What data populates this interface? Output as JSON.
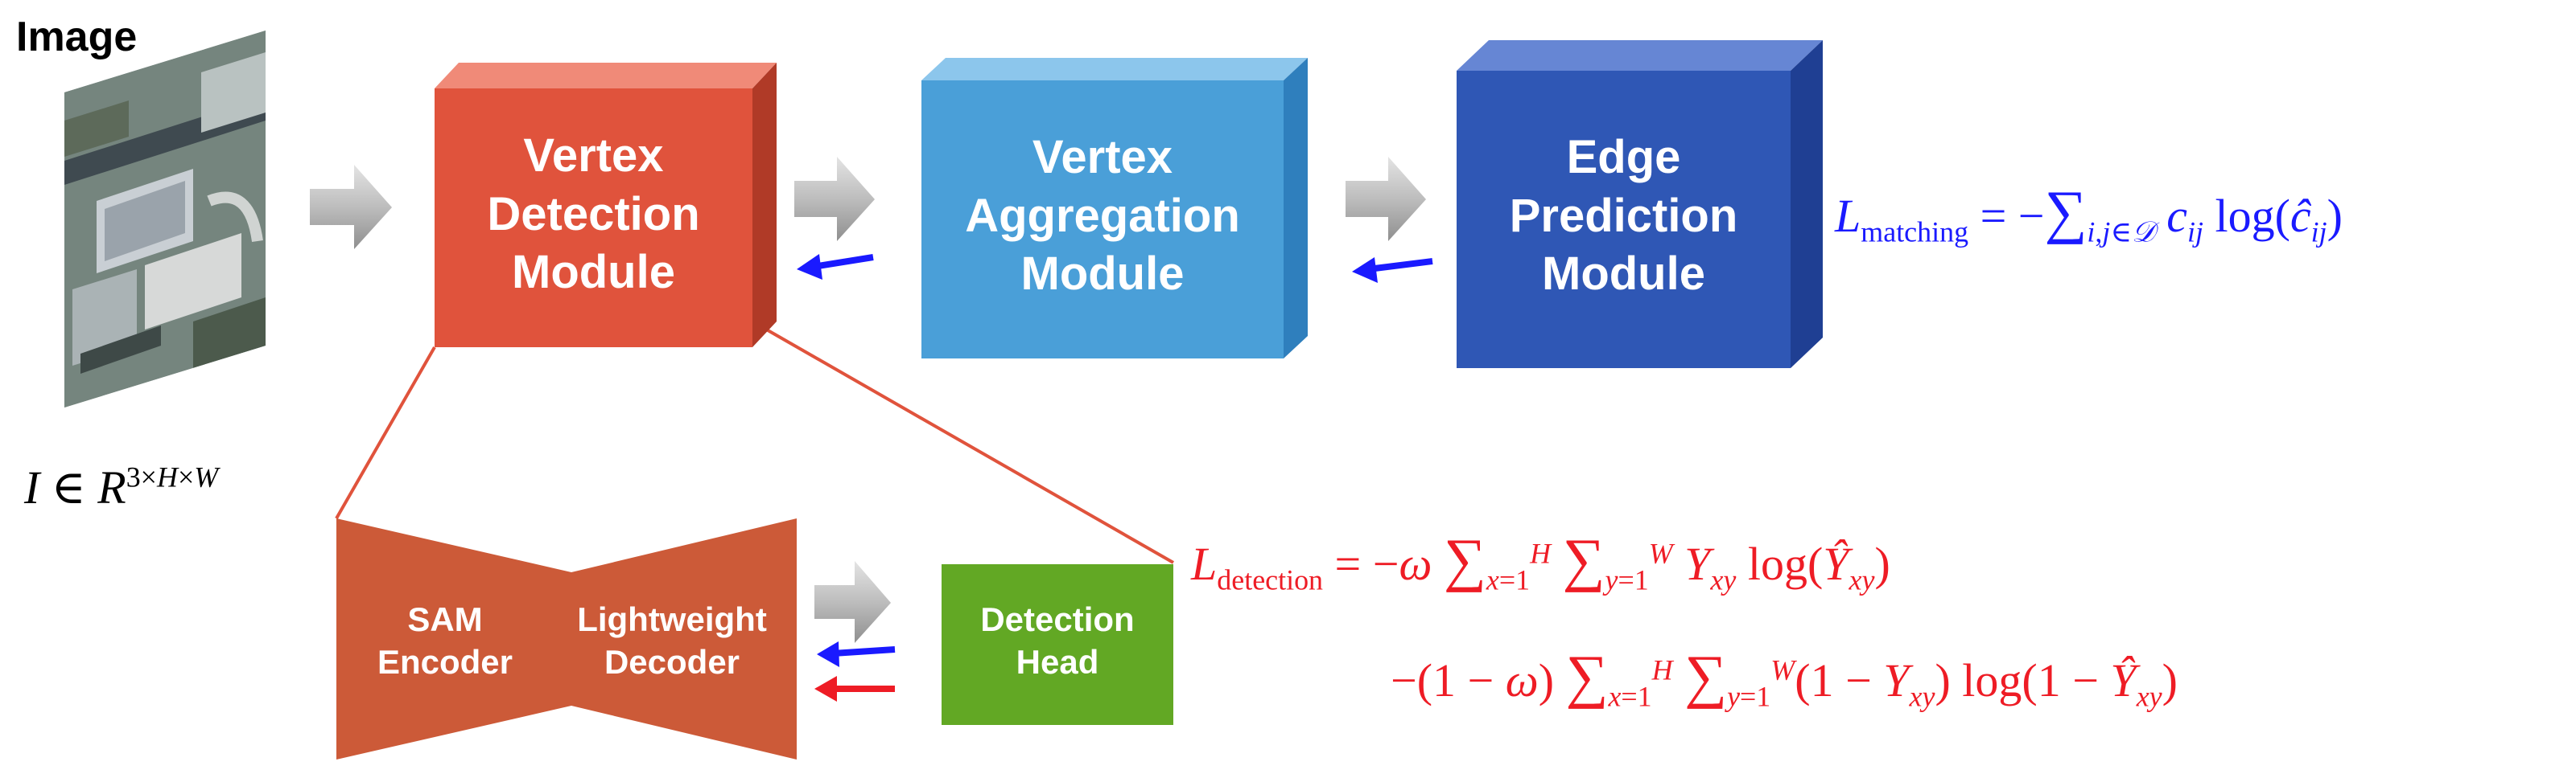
{
  "image_section": {
    "title": "Image"
  },
  "modules": {
    "vertex_detection": {
      "line1": "Vertex",
      "line2": "Detection",
      "line3": "Module"
    },
    "vertex_aggregation": {
      "line1": "Vertex",
      "line2": "Aggregation",
      "line3": "Module"
    },
    "edge_prediction": {
      "line1": "Edge",
      "line2": "Prediction",
      "line3": "Module"
    }
  },
  "sub_modules": {
    "sam_encoder": {
      "line1": "SAM",
      "line2": "Encoder"
    },
    "lightweight_decoder": {
      "line1": "Lightweight",
      "line2": "Decoder"
    },
    "detection_head": {
      "line1": "Detection",
      "line2": "Head"
    }
  },
  "formulas": {
    "input_shape": "I ∈ R3×H×W",
    "loss_matching": "Lmatching = −∑i,j∈D cij log(ĉij)",
    "loss_detection_line1": "Ldetection = −ω ∑x=1H ∑y=1W Yxy log(Ŷxy)",
    "loss_detection_line2": "−(1 − ω) ∑x=1H ∑y=1W (1 − Yxy) log(1 − Ŷxy)"
  },
  "colors": {
    "vertex_detection": "#e0533c",
    "vertex_aggregation": "#4a9fd8",
    "edge_prediction": "#2f57b5",
    "encoder_decoder": "#cc5a38",
    "detection_head": "#62a824",
    "loss_matching": "#1a1aff",
    "loss_detection": "#ee1c25",
    "forward_arrow": "#a8a8a8"
  },
  "icons": [
    "aerial-image",
    "gray-forward-arrow",
    "blue-backward-arrow",
    "red-backward-arrow"
  ]
}
